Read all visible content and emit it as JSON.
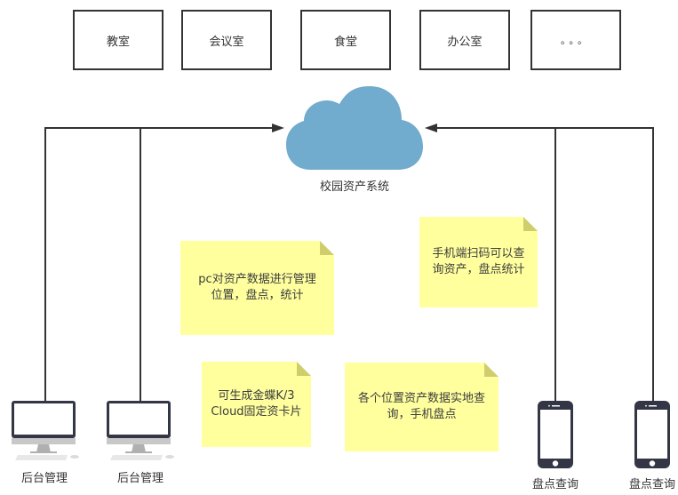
{
  "locations": [
    {
      "label": "教室"
    },
    {
      "label": "会议室"
    },
    {
      "label": "食堂"
    },
    {
      "label": "办公室"
    },
    {
      "label": "。。。"
    }
  ],
  "cloud": {
    "label": "校园资产系统",
    "color": "#71abcd",
    "icon": "cloud-icon"
  },
  "notes": [
    {
      "text_line1": "pc对资产数据进行管理",
      "text_line2": "位置，盘点，统计"
    },
    {
      "text_line1": "手机端扫码可以查",
      "text_line2": "询资产，盘点统计"
    },
    {
      "text_line1": "可生成金蝶K/3",
      "text_line2": "Cloud固定资卡片"
    },
    {
      "text_line1": "各个位置资产数据实地查",
      "text_line2": "询，手机盘点"
    }
  ],
  "devices": {
    "desktops": [
      {
        "label": "后台管理",
        "icon": "desktop-computer-icon"
      },
      {
        "label": "后台管理",
        "icon": "desktop-computer-icon"
      }
    ],
    "phones": [
      {
        "label": "盘点查询",
        "icon": "smartphone-icon"
      },
      {
        "label": "盘点查询",
        "icon": "smartphone-icon"
      }
    ]
  },
  "colors": {
    "line": "#333333",
    "note_fill": "#ffff99",
    "note_fold": "#c9c970",
    "device_dark": "#333645"
  }
}
